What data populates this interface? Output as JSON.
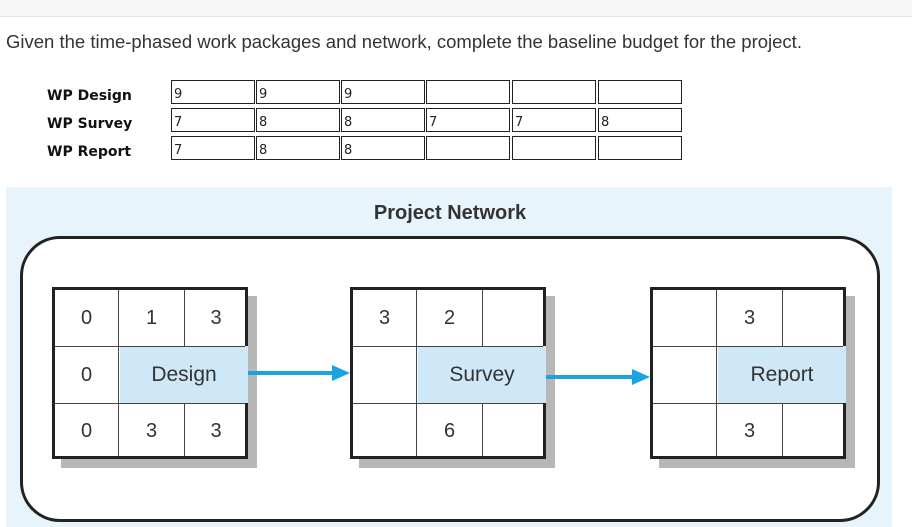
{
  "question": "Given the time-phased work packages and network, complete the baseline budget for the project.",
  "budget_table": {
    "rows": [
      {
        "label": "WP Design",
        "cells": [
          "9",
          "9",
          "9",
          "",
          "",
          ""
        ]
      },
      {
        "label": "WP Survey",
        "cells": [
          "7",
          "8",
          "8",
          "7",
          "7",
          "8"
        ]
      },
      {
        "label": "WP Report",
        "cells": [
          "7",
          "8",
          "8",
          "",
          "",
          ""
        ]
      }
    ]
  },
  "network": {
    "title": "Project Network",
    "nodes": [
      {
        "name": "Design",
        "top": [
          "1",
          "3"
        ],
        "left": [
          "0",
          "0",
          "0"
        ],
        "bottom": [
          "3",
          "3"
        ]
      },
      {
        "name": "Survey",
        "top": [
          "2",
          ""
        ],
        "left": [
          "3",
          "",
          ""
        ],
        "bottom": [
          "6",
          ""
        ]
      },
      {
        "name": "Report",
        "top": [
          "3",
          ""
        ],
        "left": [
          "",
          "",
          ""
        ],
        "bottom": [
          "3",
          ""
        ]
      }
    ]
  },
  "colors": {
    "arrow": "#1aa3e0",
    "activity_fill": "#cfe8f7",
    "panel_bg": "#e8f4fc"
  }
}
